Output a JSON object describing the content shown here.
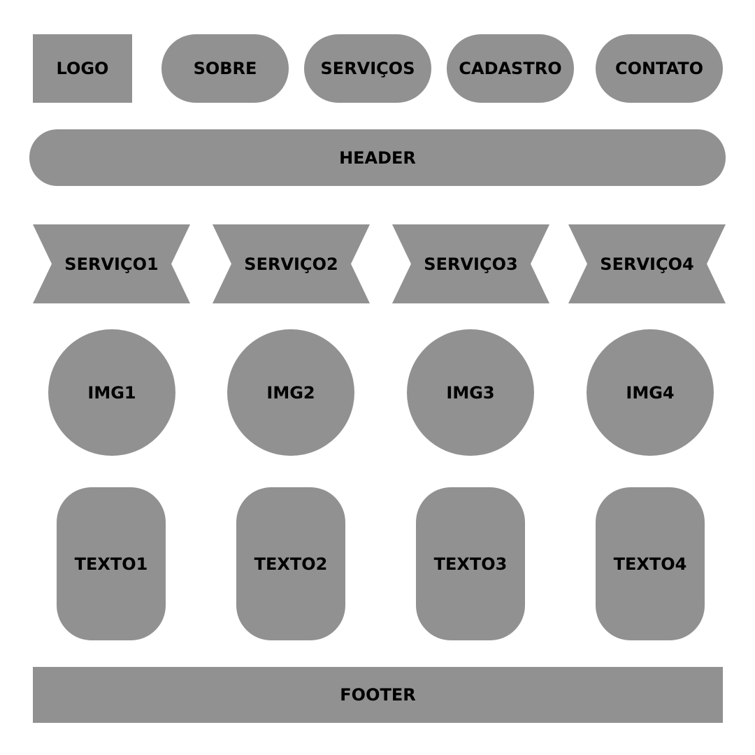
{
  "nav": {
    "logo": "LOGO",
    "items": [
      "SOBRE",
      "SERVIÇOS",
      "CADASTRO",
      "CONTATO"
    ]
  },
  "header": {
    "label": "HEADER"
  },
  "services": [
    "SERVIÇO1",
    "SERVIÇO2",
    "SERVIÇO3",
    "SERVIÇO4"
  ],
  "images": [
    "IMG1",
    "IMG2",
    "IMG3",
    "IMG4"
  ],
  "texts": [
    "TEXTO1",
    "TEXTO2",
    "TEXTO3",
    "TEXTO4"
  ],
  "footer": {
    "label": "FOOTER"
  },
  "colors": {
    "block_fill": "#919191",
    "text": "#000000",
    "background": "#ffffff"
  }
}
